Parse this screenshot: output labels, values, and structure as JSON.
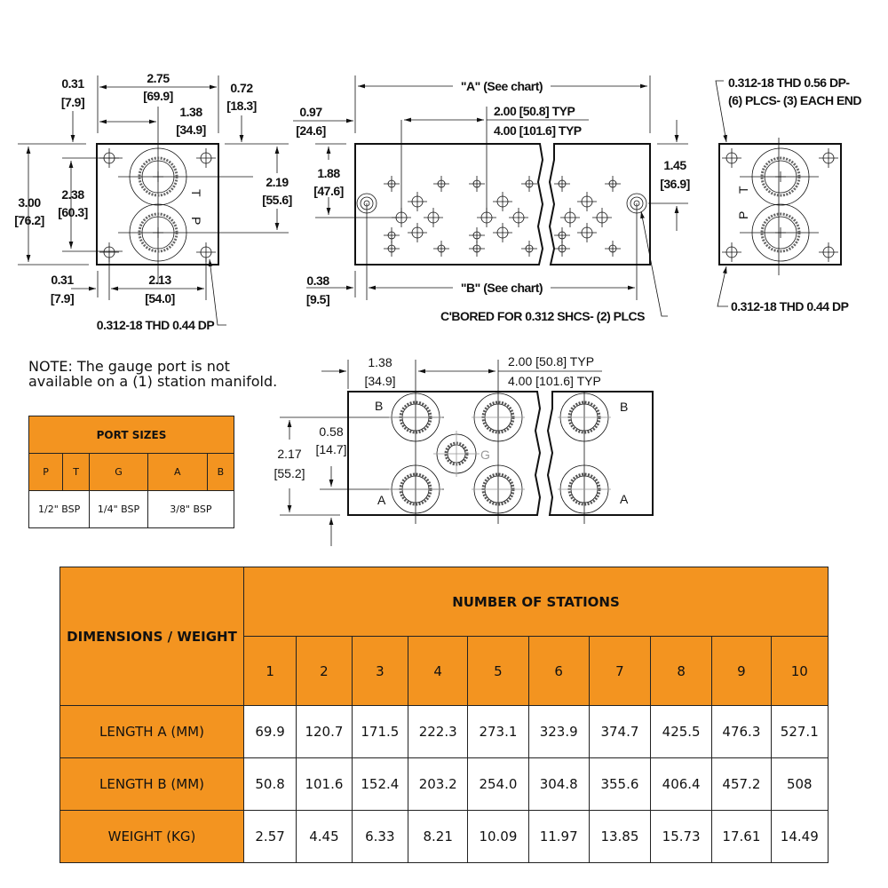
{
  "colors": {
    "accent": "#F39420"
  },
  "end_view_left": {
    "top_offset": [
      "0.31",
      "[7.9]"
    ],
    "width": [
      "2.75",
      "[69.9]"
    ],
    "center": [
      "1.38",
      "[34.9]"
    ],
    "right_offset": [
      "0.72",
      "[18.3]"
    ],
    "port_spacing": [
      "2.19",
      "[55.6]"
    ],
    "height": [
      "3.00",
      "[76.2]"
    ],
    "hole_spacing_v": [
      "2.38",
      "[60.3]"
    ],
    "bottom_offset": [
      "0.31",
      "[7.9]"
    ],
    "hole_spacing_h": [
      "2.13",
      "[54.0]"
    ],
    "thread_note": "0.312-18 THD 0.44 DP",
    "port_labels": [
      "T",
      "P"
    ]
  },
  "top_view": {
    "length_a": "\"A\" (See chart)",
    "left_offset": [
      "0.97",
      "[24.6]"
    ],
    "pitch_1": "2.00 [50.8] TYP",
    "pitch_2": "4.00 [101.6] TYP",
    "vertical_1": [
      "1.88",
      "[47.6]"
    ],
    "vertical_2": [
      "1.45",
      "[36.9]"
    ],
    "b_offset": [
      "0.38",
      "[9.5]"
    ],
    "length_b": "\"B\" (See chart)",
    "cbore_note": "C'BORED FOR 0.312 SHCS- (2) PLCS"
  },
  "end_view_right": {
    "thread_note_top": [
      "0.312-18 THD 0.56 DP-",
      "(6) PLCS- (3) EACH END"
    ],
    "thread_note_bottom": "0.312-18 THD 0.44 DP",
    "port_labels": [
      "T",
      "P"
    ]
  },
  "note": [
    "NOTE: The gauge port is not",
    "available on a (1) station manifold."
  ],
  "bottom_view": {
    "offset": [
      "1.38",
      "[34.9]"
    ],
    "pitch_1": "2.00 [50.8] TYP",
    "pitch_2": "4.00 [101.6] TYP",
    "gauge_offset": [
      "0.58",
      "[14.7]"
    ],
    "port_spacing": [
      "2.17",
      "[55.2]"
    ],
    "labels": {
      "b": "B",
      "a": "A",
      "g": "G"
    }
  },
  "port_sizes": {
    "title": "PORT SIZES",
    "headers": [
      "P",
      "T",
      "G",
      "A",
      "B"
    ],
    "values": [
      "1/2\" BSP",
      "1/4\" BSP",
      "3/8\" BSP"
    ]
  },
  "dimensions_table": {
    "corner": "DIMENSIONS / WEIGHT",
    "group_header": "NUMBER OF STATIONS",
    "stations": [
      "1",
      "2",
      "3",
      "4",
      "5",
      "6",
      "7",
      "8",
      "9",
      "10"
    ],
    "rows": [
      {
        "label": "LENGTH A (MM)",
        "values": [
          "69.9",
          "120.7",
          "171.5",
          "222.3",
          "273.1",
          "323.9",
          "374.7",
          "425.5",
          "476.3",
          "527.1"
        ]
      },
      {
        "label": "LENGTH B (MM)",
        "values": [
          "50.8",
          "101.6",
          "152.4",
          "203.2",
          "254.0",
          "304.8",
          "355.6",
          "406.4",
          "457.2",
          "508"
        ]
      },
      {
        "label": "WEIGHT (KG)",
        "values": [
          "2.57",
          "4.45",
          "6.33",
          "8.21",
          "10.09",
          "11.97",
          "13.85",
          "15.73",
          "17.61",
          "14.49"
        ]
      }
    ]
  }
}
